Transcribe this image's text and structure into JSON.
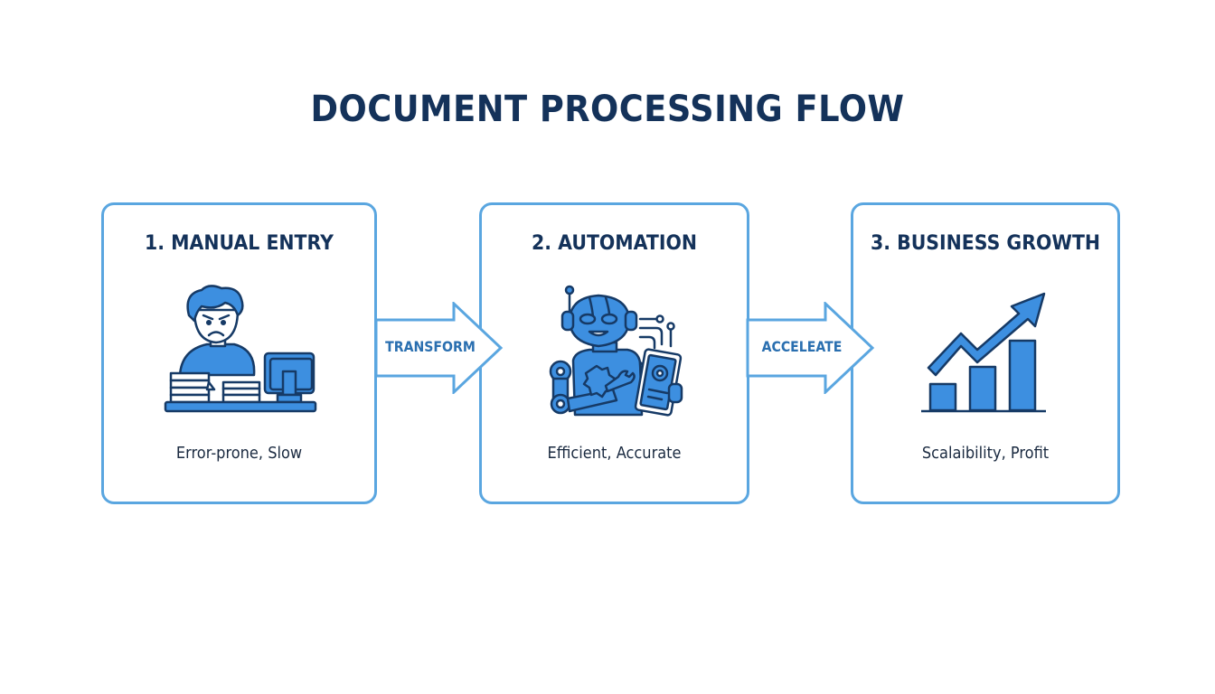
{
  "title": "DOCUMENT PROCESSING FLOW",
  "colors": {
    "border": "#5aa6e0",
    "icon_fill": "#3d8fe0",
    "icon_stroke": "#163a66",
    "title_text": "#14325a",
    "arrow_label": "#2a6fb0"
  },
  "steps": [
    {
      "title": "1. MANUAL ENTRY",
      "description": "Error-prone, Slow",
      "icon": "frustrated-worker-at-desk-icon"
    },
    {
      "title": "2. AUTOMATION",
      "description": "Efficient, Accurate",
      "icon": "robot-with-tablet-icon"
    },
    {
      "title": "3. BUSINESS GROWTH",
      "description": "Scalaibility, Profit",
      "icon": "growth-chart-icon"
    }
  ],
  "connectors": [
    {
      "label": "TRANSFORM"
    },
    {
      "label": "ACCELEATE"
    }
  ]
}
